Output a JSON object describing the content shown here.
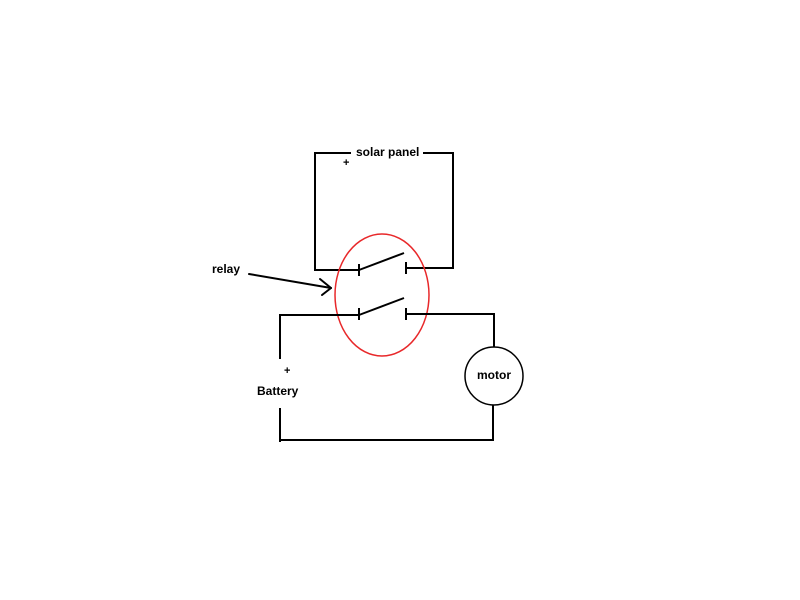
{
  "labels": {
    "solar_panel": "solar panel",
    "solar_plus": "+",
    "relay": "relay",
    "battery": "Battery",
    "battery_plus": "+",
    "motor": "motor"
  },
  "colors": {
    "wire": "#000000",
    "relay_highlight": "#e8282a",
    "background": "#ffffff"
  }
}
